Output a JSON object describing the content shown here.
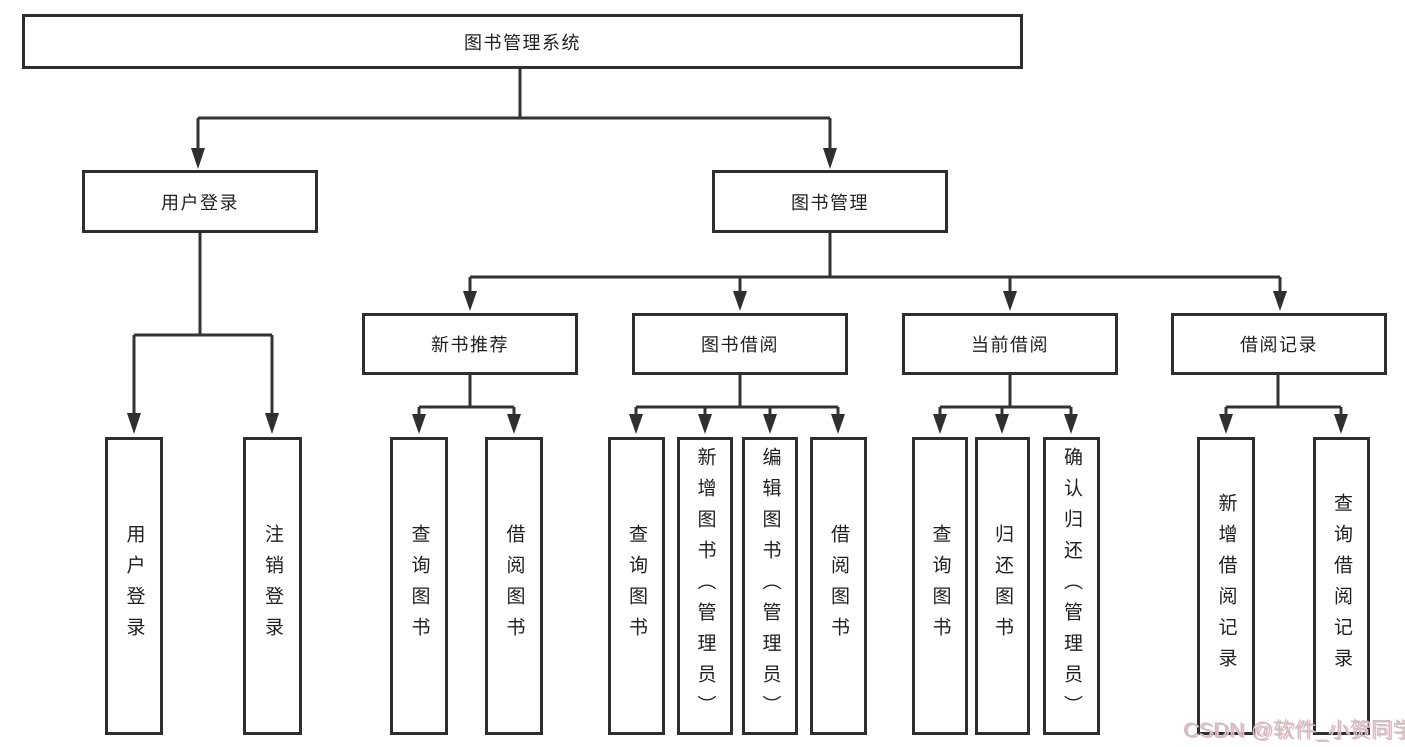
{
  "diagram": {
    "title": "图书管理系统",
    "nodes": {
      "root": {
        "label": "图书管理系统"
      },
      "user_login": {
        "label": "用户登录"
      },
      "book_mgmt": {
        "label": "图书管理"
      },
      "new_books": {
        "label": "新书推荐"
      },
      "book_borrowing": {
        "label": "图书借阅"
      },
      "current_borrowing": {
        "label": "当前借阅"
      },
      "borrowing_records": {
        "label": "借阅记录"
      },
      "leaf_user_login": {
        "label": "用户登录"
      },
      "leaf_logout": {
        "label": "注销登录"
      },
      "leaf_nb_query_books": {
        "label": "查询图书"
      },
      "leaf_nb_borrow_books": {
        "label": "借阅图书"
      },
      "leaf_bb_query_books": {
        "label": "查询图书"
      },
      "leaf_bb_add_books": {
        "label": "新增图书（管理员）"
      },
      "leaf_bb_edit_books": {
        "label": "编辑图书（管理员）"
      },
      "leaf_bb_borrow_books": {
        "label": "借阅图书"
      },
      "leaf_cb_query_books": {
        "label": "查询图书"
      },
      "leaf_cb_return_books": {
        "label": "归还图书"
      },
      "leaf_cb_confirm_return": {
        "label": "确认归还（管理员）"
      },
      "leaf_br_add_record": {
        "label": "新增借阅记录"
      },
      "leaf_br_query_record": {
        "label": "查询借阅记录"
      }
    },
    "colors": {
      "line": "#333333",
      "box_border": "#2e2e2e",
      "text": "#1f1f1f",
      "background": "#ffffff",
      "watermark_gray": "#c3c3c3",
      "watermark_pink": "#f2b4c0"
    }
  },
  "watermark": {
    "text": "CSDN @软件_小贺同学"
  }
}
